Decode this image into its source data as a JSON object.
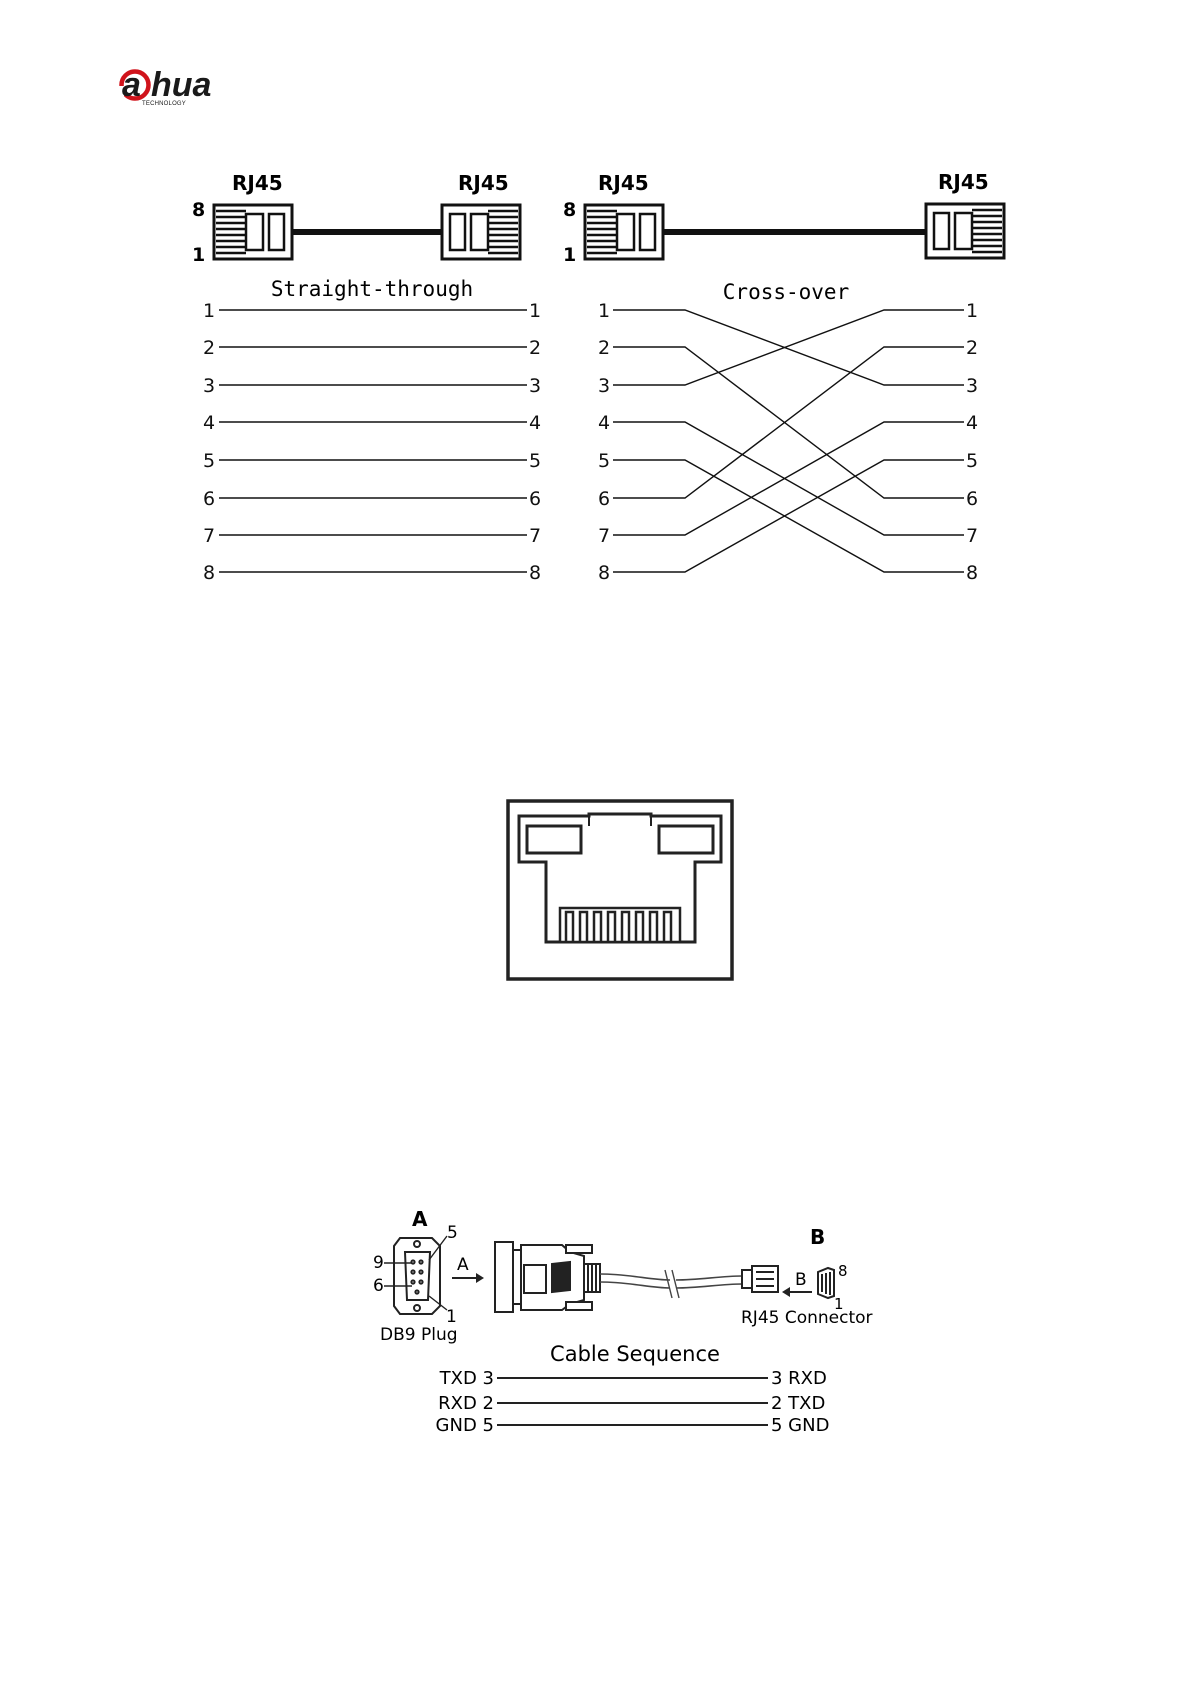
{
  "logo": {
    "brand_prefix": "a",
    "brand_suffix": "hua",
    "tagline": "TECHNOLOGY"
  },
  "colors": {
    "brand_red": "#d0131b",
    "ink": "#111111"
  },
  "rj45_cables": {
    "left_connector": "RJ45",
    "right_connector": "RJ45",
    "pin_top": "8",
    "pin_bottom": "1",
    "straight": {
      "title": "Straight-through",
      "pairs": [
        [
          1,
          1
        ],
        [
          2,
          2
        ],
        [
          3,
          3
        ],
        [
          4,
          4
        ],
        [
          5,
          5
        ],
        [
          6,
          6
        ],
        [
          7,
          7
        ],
        [
          8,
          8
        ]
      ]
    },
    "cross": {
      "title": "Cross-over",
      "pairs": [
        [
          1,
          3
        ],
        [
          2,
          6
        ],
        [
          3,
          1
        ],
        [
          4,
          7
        ],
        [
          5,
          8
        ],
        [
          6,
          2
        ],
        [
          7,
          4
        ],
        [
          8,
          5
        ]
      ]
    },
    "pin_labels": [
      "1",
      "2",
      "3",
      "4",
      "5",
      "6",
      "7",
      "8"
    ]
  },
  "rj45_port": {
    "icon": "rj45-port-icon"
  },
  "db9_cable": {
    "label_a": "A",
    "label_b": "B",
    "arrow_a": "A",
    "arrow_b": "B",
    "db9_pins": {
      "p5": "5",
      "p9": "9",
      "p6": "6",
      "p1": "1"
    },
    "rj45_pins": {
      "p8": "8",
      "p1": "1"
    },
    "db9_caption": "DB9 Plug",
    "rj45_caption": "RJ45 Connector",
    "sequence_title": "Cable Sequence",
    "rows": [
      {
        "left": "TXD 3",
        "right": "3 RXD"
      },
      {
        "left": "RXD 2",
        "right": "2 TXD"
      },
      {
        "left": "GND 5",
        "right": "5 GND"
      }
    ]
  }
}
